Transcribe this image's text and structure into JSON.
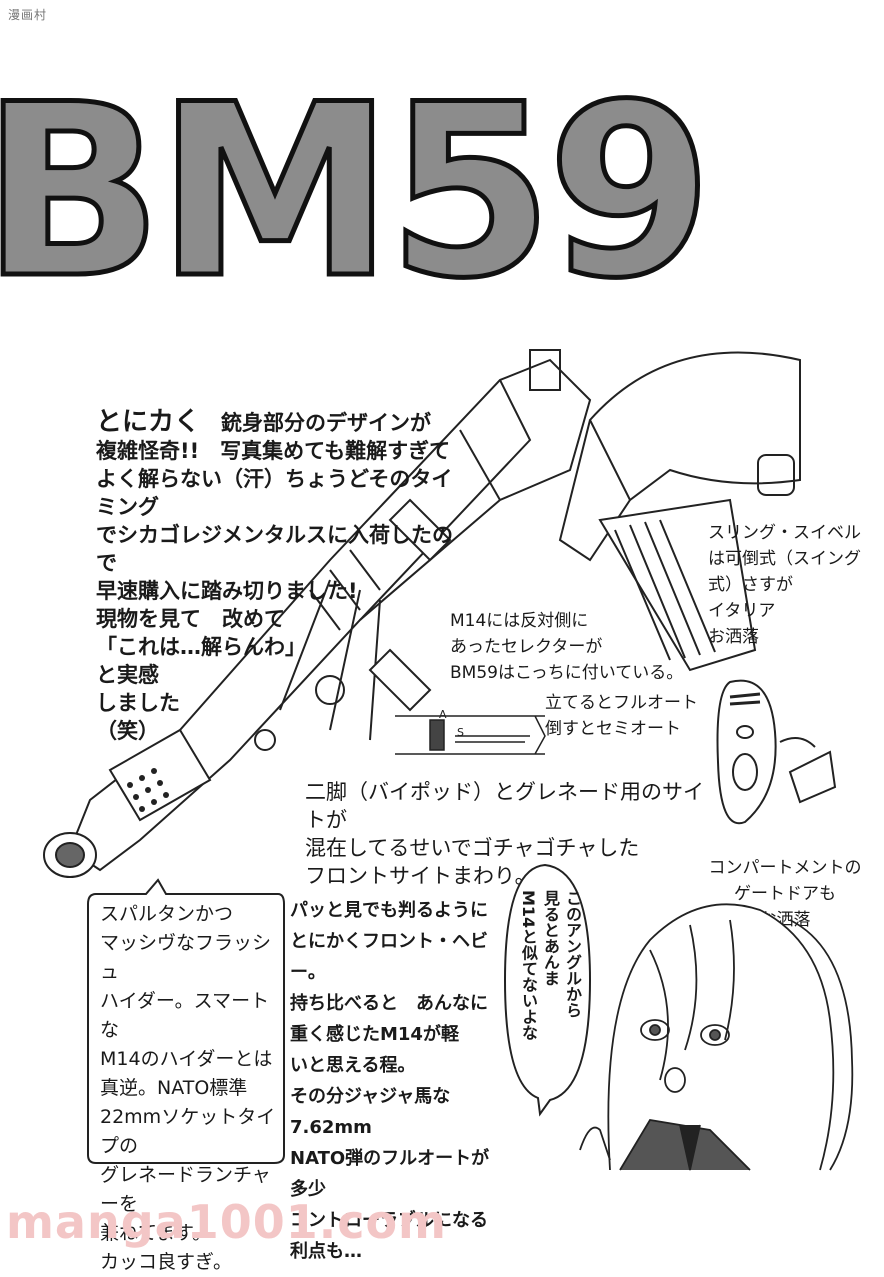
{
  "site_corner": "漫画村",
  "title": "BM59",
  "main_note": {
    "first_word": "とにカく",
    "lines": "　銃身部分のデザインが\n複雑怪奇!!　写真集めても難解すぎて\nよく解らない（汗）ちょうどそのタイミング\nでシカゴレジメンタルスに入荷したので\n早速購入に踏み切りました!\n現物を見て　改めて\n「これは…解らんわ」\nと実感\nしました\n（笑）"
  },
  "sling_note": "スリング・スイベル\nは可倒式（スイング\n式）さすが\nイタリア\nお洒落",
  "selector_note": "M14には反対側に\nあったセレクターが\nBM59はこっちに付いている。",
  "selector_modes": "立てるとフルオート\n倒すとセミオート",
  "selector_letters": {
    "a": "A",
    "s": "S"
  },
  "bipod_note": "二脚（バイポッド）とグレネード用のサイトが\n混在してるせいでゴチャゴチャした\nフロントサイトまわり。",
  "compartment_note": "コンパートメントの\nゲートドアも\nお洒落",
  "flash_hider_note": "スパルタンかつ\nマッシヴなフラッシュ\nハイダー。スマートな\nM14のハイダーとは\n真逆。NATO標準\n22mmソケットタイプの\nグレネードランチャーを\n兼ねてます。\nカッコ良すぎ。",
  "front_heavy_note": "パッと見でも判るように\nとにかくフロント・ヘビー。\n持ち比べると　あんなに\n重く感じたM14が軽\nいと思える程。\nその分ジャジャ馬な7.62mm\nNATO弾のフルオートが多少\nコントローラブルになる利点も…",
  "speech_columns": [
    "このアングルから",
    "見るとあんま",
    "M14と似てないよな"
  ],
  "watermark": "manga1001.com"
}
